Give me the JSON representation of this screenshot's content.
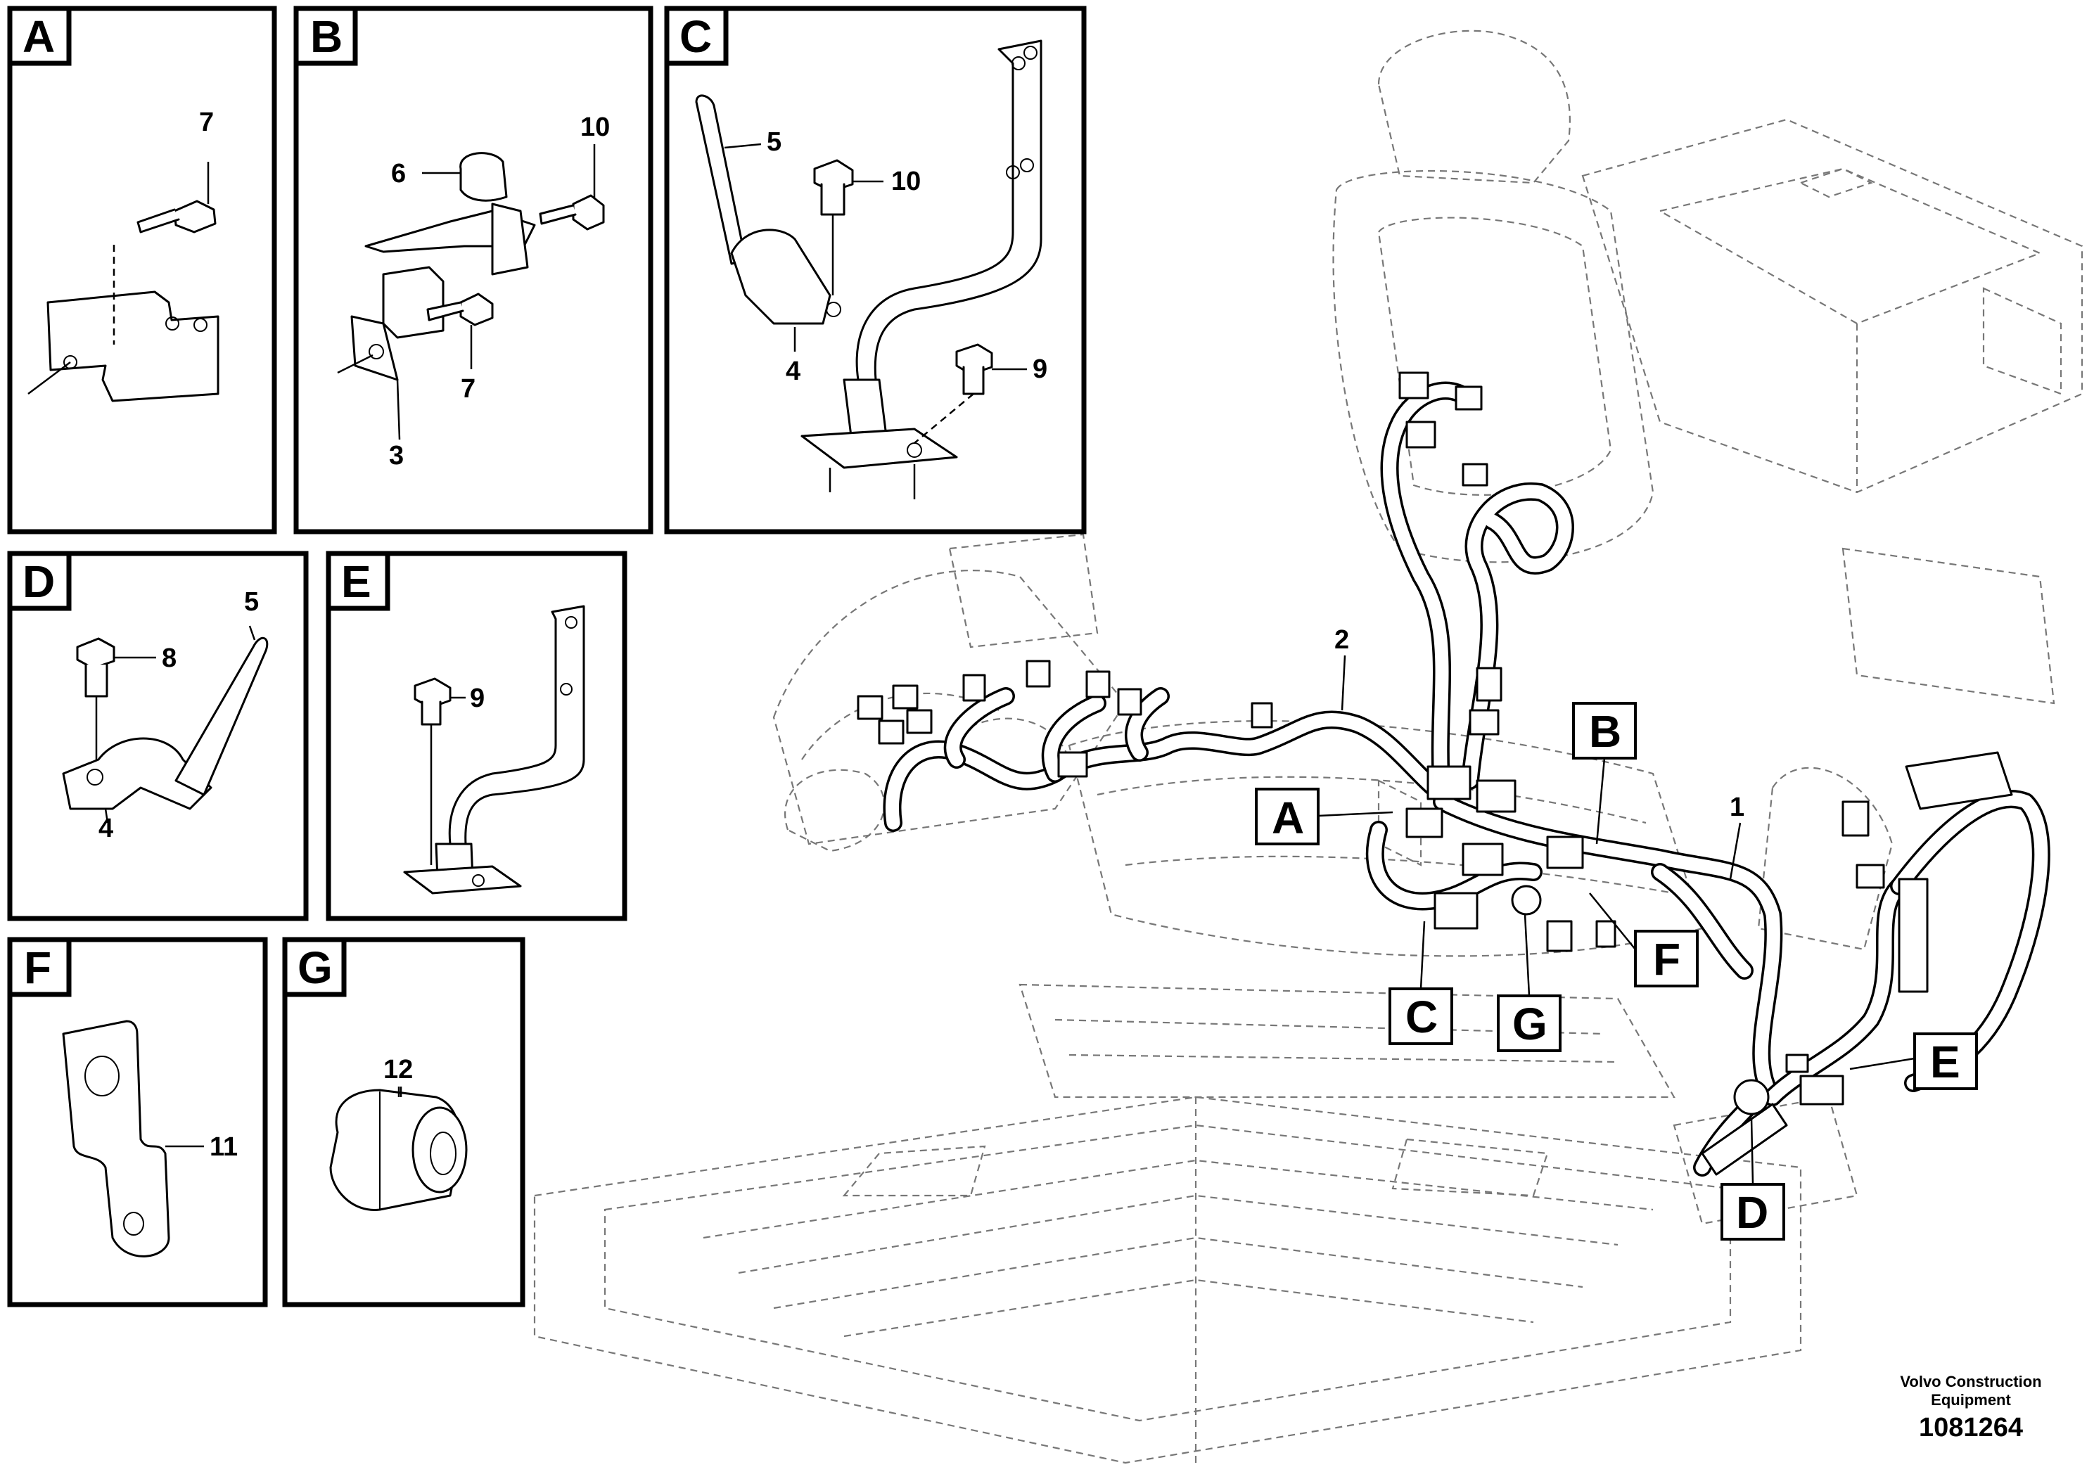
{
  "panels": {
    "A": {
      "letter": "A",
      "callouts": [
        "7"
      ]
    },
    "B": {
      "letter": "B",
      "callouts": [
        "6",
        "10",
        "7",
        "3"
      ]
    },
    "C": {
      "letter": "C",
      "callouts": [
        "5",
        "10",
        "4",
        "9"
      ]
    },
    "D": {
      "letter": "D",
      "callouts": [
        "8",
        "5",
        "4"
      ]
    },
    "E": {
      "letter": "E",
      "callouts": [
        "9"
      ]
    },
    "F": {
      "letter": "F",
      "callouts": [
        "11"
      ]
    },
    "G": {
      "letter": "G",
      "callouts": [
        "12"
      ]
    }
  },
  "main": {
    "callouts": [
      "2",
      "1"
    ],
    "tags": [
      "A",
      "B",
      "C",
      "G",
      "F",
      "E",
      "D"
    ]
  },
  "footer": {
    "company_line1": "Volvo Construction",
    "company_line2": "Equipment",
    "figure_number": "1081264"
  }
}
